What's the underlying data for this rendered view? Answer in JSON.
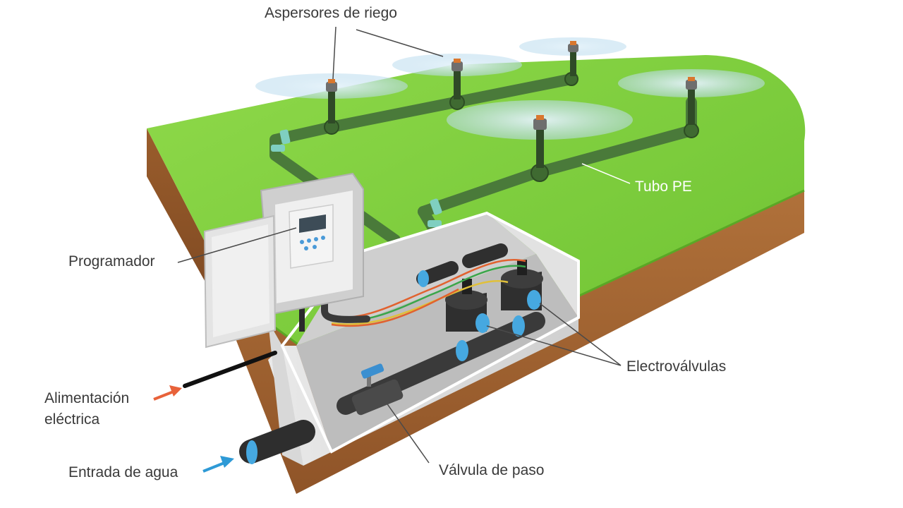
{
  "labels": {
    "sprinklers": "Aspersores de riego",
    "pipe": "Tubo PE",
    "controller": "Programador",
    "valves": "Electroválvulas",
    "power_line1": "Alimentación",
    "power_line2": "eléctrica",
    "water_inlet": "Entrada de agua",
    "shutoff_valve": "Válvula de paso"
  },
  "colors": {
    "grass": "#7fcf3c",
    "grass_dark": "#5aa826",
    "soil_front": "#a66a35",
    "soil_side": "#8b5427",
    "pipe": "#4a7a3a",
    "pipe_joint": "#7fcfc0",
    "box_wall": "#d8d8d8",
    "box_inner": "#bdbdbd",
    "controller": "#e3e3e3",
    "display": "#3d4c57",
    "valve_body": "#2f2f2f",
    "connector": "#46a8e0",
    "arrow_power": "#e8623a",
    "arrow_water": "#2e9ad6",
    "spray": "#cfe6f3"
  }
}
